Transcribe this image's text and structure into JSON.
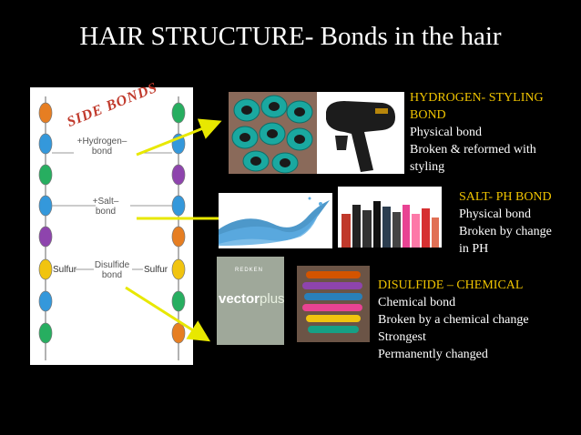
{
  "slide": {
    "title": "HAIR STRUCTURE- Bonds in the hair"
  },
  "diagram": {
    "side_bonds_label": "SIDE BONDS",
    "hydrogen_label_1": "+Hydrogen–",
    "hydrogen_label_2": "bond",
    "salt_label_1": "+Salt–",
    "salt_label_2": "bond",
    "disulfide_label_1": "Disulfide",
    "disulfide_label_2": "bond",
    "sulfur_left": "Sulfur",
    "sulfur_right": "Sulfur"
  },
  "hydrogen": {
    "heading_1": "HYDROGEN- STYLING",
    "heading_2": "BOND",
    "line_1": "Physical bond",
    "line_2": "Broken & reformed with",
    "line_3": "styling"
  },
  "salt": {
    "heading": "SALT- PH BOND",
    "line_1": "Physical bond",
    "line_2": "Broken by change",
    "line_3": "in PH"
  },
  "disulfide": {
    "heading": "DISULFIDE – CHEMICAL",
    "line_1": "Chemical bond",
    "line_2": "Broken by a chemical change",
    "line_3": "Strongest",
    "line_4": "Permanently changed"
  },
  "product_box": {
    "brand": "REDKEN",
    "name_a": "vector",
    "name_b": "plus"
  },
  "colors": {
    "background": "#000000",
    "title": "#ffffff",
    "heading": "#f0c400",
    "body": "#ffffff",
    "arrow": "#e8e800",
    "side_bonds": "#c0392b"
  }
}
